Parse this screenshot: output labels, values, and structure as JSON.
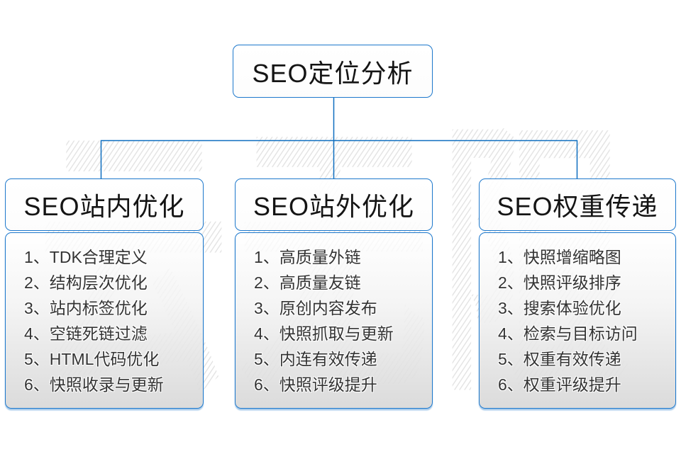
{
  "colors": {
    "box_border_blue": "#1d78cc",
    "connector_blue": "#0f6fc0",
    "list_box_gradient_bottom": "#d8d8d8",
    "header_text": "#141414",
    "list_text": "#333333",
    "watermark_gray": "#e3e3e3"
  },
  "watermark": {
    "text": "云无限"
  },
  "diagram": {
    "root": {
      "title": "SEO定位分析"
    },
    "columns": [
      {
        "title": "SEO站内优化",
        "items": [
          "1、TDK合理定义",
          "2、结构层次优化",
          "3、站内标签优化",
          "4、空链死链过滤",
          "5、HTML代码优化",
          "6、快照收录与更新"
        ]
      },
      {
        "title": "SEO站外优化",
        "items": [
          "1、高质量外链",
          "2、高质量友链",
          "3、原创内容发布",
          "4、快照抓取与更新",
          "5、内连有效传递",
          "6、快照评级提升"
        ]
      },
      {
        "title": "SEO权重传递",
        "items": [
          "1、快照增缩略图",
          "2、快照评级排序",
          "3、搜索体验优化",
          "4、检索与目标访问",
          "5、权重有效传递",
          "6、权重评级提升"
        ]
      }
    ]
  }
}
